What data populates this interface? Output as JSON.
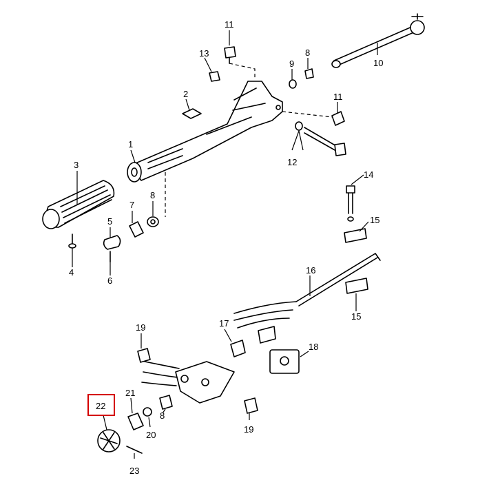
{
  "diagram": {
    "callouts": {
      "c1": "1",
      "c2": "2",
      "c3": "3",
      "c4": "4",
      "c5": "5",
      "c6": "6",
      "c7": "7",
      "c8a": "8",
      "c8b": "8",
      "c8c": "8",
      "c9": "9",
      "c10": "10",
      "c11a": "11",
      "c11b": "11",
      "c12": "12",
      "c13": "13",
      "c14": "14",
      "c15a": "15",
      "c15b": "15",
      "c16": "16",
      "c17": "17",
      "c18": "18",
      "c19a": "19",
      "c19b": "19",
      "c20": "20",
      "c21": "21",
      "c22": "22",
      "c23": "23"
    },
    "highlight_color": "#d40000"
  }
}
